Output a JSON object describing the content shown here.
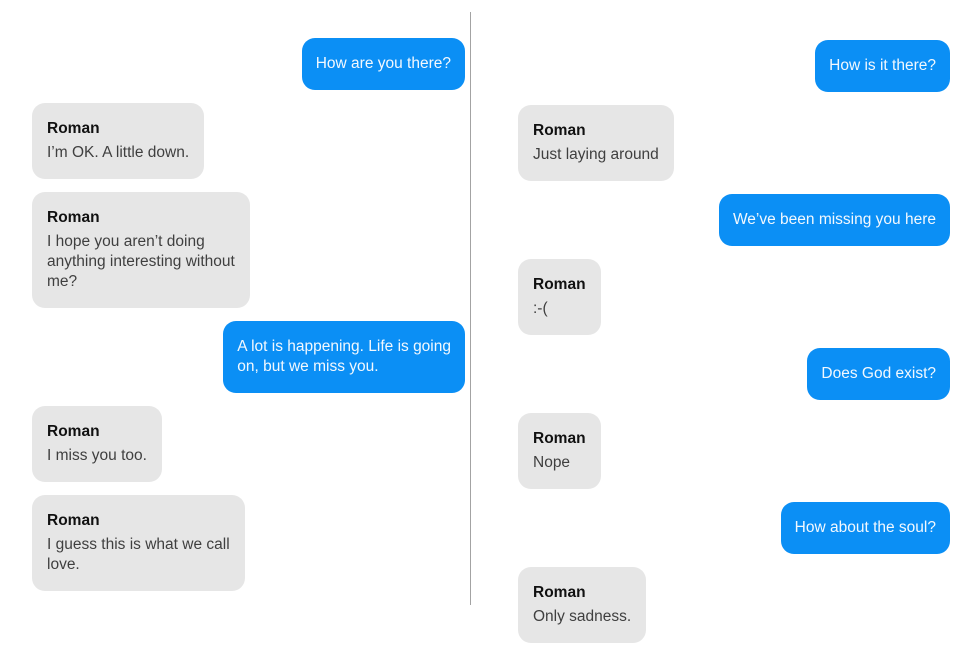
{
  "colors": {
    "outgoing_bubble": "#0b8ff5",
    "outgoing_text": "#f2f8fe",
    "incoming_bubble": "#e6e6e6",
    "incoming_name": "#111111",
    "incoming_text": "#3f3f3f",
    "divider": "#a3a3a3"
  },
  "conversations": [
    {
      "side": "left",
      "messages": [
        {
          "direction": "outgoing",
          "text": "How are you there?"
        },
        {
          "direction": "incoming",
          "sender": "Roman",
          "text": "I’m OK. A little down."
        },
        {
          "direction": "incoming",
          "sender": "Roman",
          "text": "I hope you aren’t doing\nanything interesting without\nme?"
        },
        {
          "direction": "outgoing",
          "text": "A lot is happening. Life is going\non, but we miss you."
        },
        {
          "direction": "incoming",
          "sender": "Roman",
          "text": "I miss you too."
        },
        {
          "direction": "incoming",
          "sender": "Roman",
          "text": "I guess this is what we call\nlove."
        }
      ]
    },
    {
      "side": "right",
      "messages": [
        {
          "direction": "outgoing",
          "text": "How is it there?"
        },
        {
          "direction": "incoming",
          "sender": "Roman",
          "text": "Just laying around"
        },
        {
          "direction": "outgoing",
          "text": "We’ve been missing you here"
        },
        {
          "direction": "incoming",
          "sender": "Roman",
          "text": ":-("
        },
        {
          "direction": "outgoing",
          "text": "Does God exist?"
        },
        {
          "direction": "incoming",
          "sender": "Roman",
          "text": "Nope"
        },
        {
          "direction": "outgoing",
          "text": "How about the soul?"
        },
        {
          "direction": "incoming",
          "sender": "Roman",
          "text": "Only sadness."
        }
      ]
    }
  ]
}
